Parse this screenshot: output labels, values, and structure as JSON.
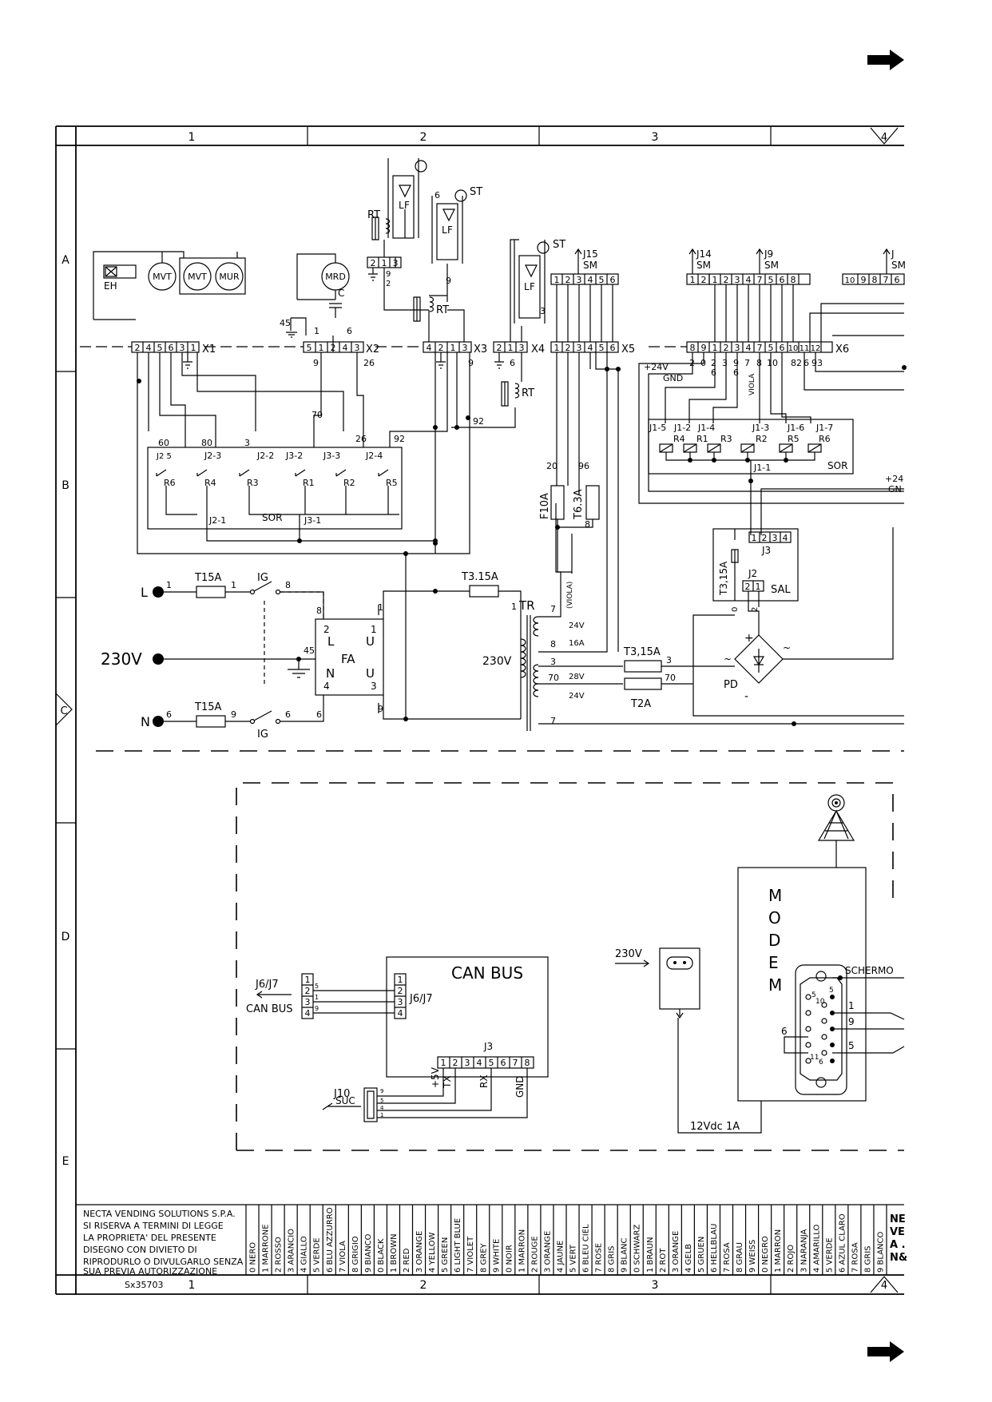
{
  "frame": {
    "columns": [
      "1",
      "2",
      "3",
      "4"
    ],
    "rows": [
      "A",
      "B",
      "C",
      "D",
      "E"
    ],
    "drawing_code": "Sx35703"
  },
  "components": {
    "MVT": "MVT",
    "MUR": "MUR",
    "EH": "EH",
    "MRD": "MRD",
    "C": "C",
    "RT": "RT",
    "LF": "LF",
    "ST": "ST",
    "F10A": "F10A",
    "T6_3A": "T6.3A",
    "T15A": "T15A",
    "IG": "IG",
    "T3_15A": "T3.15A",
    "T3_15A_b": "T3,15A",
    "T2A": "T2A",
    "TR": "TR",
    "FA": "FA",
    "PD": "PD",
    "SAL": "SAL",
    "SOR": "SOR",
    "L_label": "L",
    "N_label": "N",
    "U_label": "U",
    "V230": "230V",
    "V230_tr": "230V",
    "V24": "24V",
    "V16A": "16A",
    "V28": "28V",
    "plus24": "+24V",
    "gnd": "GND",
    "viola": "VIOLA",
    "viola_paren": "(VIOLA)",
    "plus24_short": "+24",
    "gn_short": "GN"
  },
  "connectors": {
    "X1": "X1",
    "X2": "X2",
    "X3": "X3",
    "X4": "X4",
    "X5": "X5",
    "X6": "X6",
    "J15": "J15",
    "J14": "J14",
    "J9": "J9",
    "J_partial": "J",
    "SM": "SM",
    "J3": "J3",
    "J2": "J2",
    "J1_1": "J1-1"
  },
  "relays": {
    "top": [
      "J1-5",
      "J1-2",
      "J1-4",
      "J1-3",
      "J1-6",
      "J1-7"
    ],
    "top_r": [
      "R4",
      "R1",
      "R3",
      "R2",
      "R5",
      "R6"
    ],
    "left_j": [
      "J2-3",
      "J2-2",
      "J3-2",
      "J3-3",
      "J2-4"
    ],
    "left_r": [
      "R6",
      "R4",
      "R3",
      "R1",
      "R2",
      "R5"
    ],
    "left_bottom": [
      "J2-1",
      "J3-1"
    ],
    "j2_5": "J2 5"
  },
  "wire_numbers": [
    "60",
    "80",
    "3",
    "70",
    "26",
    "92",
    "9",
    "45",
    "1",
    "6",
    "2",
    "20",
    "96",
    "8",
    "0",
    "7",
    "3",
    "70",
    "4"
  ],
  "canbus": {
    "title": "CAN BUS",
    "j67": "J6/J7",
    "can_bus": "CAN BUS",
    "j3": "J3",
    "j10": "J10",
    "suc": "SUC",
    "tx": "TX",
    "rx": "RX",
    "gnd": "GND",
    "plus5": "+5V",
    "v230": "230V",
    "supply": "12Vdc  1A",
    "modem": [
      "M",
      "O",
      "D",
      "E",
      "M"
    ],
    "schermo": "SCHERMO"
  },
  "title_block": {
    "company_lines": [
      "NECTA VENDING SOLUTIONS S.P.A.",
      "SI RISERVA A TERMINI DI LEGGE",
      "LA PROPRIETA' DEL PRESENTE",
      "DISEGNO CON DIVIETO DI",
      "RIPRODURLO O DIVULGARLO SENZA",
      "SUA PREVIA AUTORIZZAZIONE"
    ],
    "colour_codes": [
      "0 NERO",
      "1 MARRONE",
      "2 ROSSO",
      "3 ARANCIO",
      "4 GIALLO",
      "5 VERDE",
      "6 BLU AZZURRO",
      "7 VIOLA",
      "8 GRIGIO",
      "9 BIANCO",
      "0 BLACK",
      "1 BROWN",
      "2 RED",
      "3 ORANGE",
      "4 YELLOW",
      "5 GREEN",
      "6 LIGHT BLUE",
      "7 VIOLET",
      "8 GREY",
      "9 WHITE",
      "0 NOIR",
      "1 MARRON",
      "2 ROUGE",
      "3 ORANGE",
      "4 JAUNE",
      "5 VERT",
      "6 BLEU CIEL",
      "7 ROSE",
      "8 GRIS",
      "9 BLANC",
      "0 SCHWARZ",
      "1 BRAUN",
      "2 ROT",
      "3 ORANGE",
      "4 GELB",
      "5 GRUEN",
      "6 HELLBLAU",
      "7 ROSA",
      "8 GRAU",
      "9 WEISS",
      "0 NEGRO",
      "1 MARRON",
      "2 ROJO",
      "3 NARANJA",
      "4 AMARILLO",
      "5 VERDE",
      "6 AZUL CLARO",
      "7 ROSA",
      "8 GRIS",
      "9 BLANCO"
    ],
    "right_partial": [
      "NE",
      "VE",
      "A .",
      "N&"
    ]
  }
}
